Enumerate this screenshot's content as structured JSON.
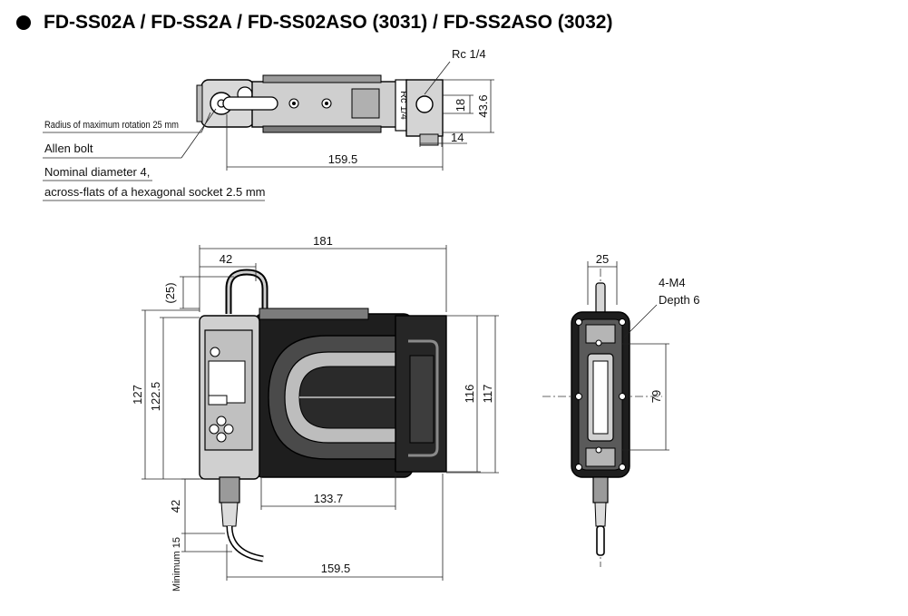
{
  "title": "FD-SS02A / FD-SS2A / FD-SS02ASO (3031) / FD-SS2ASO (3032)",
  "top_view": {
    "port_label": "Rc 1/4",
    "port_marking": "Rc 1/4",
    "dim_height_outer": "43.6",
    "dim_height_port": "18",
    "dim_port_offset": "14",
    "dim_length": "159.5",
    "note_rotation": "Radius of maximum rotation 25 mm",
    "note_bolt": "Allen bolt",
    "note_diameter": "Nominal diameter 4,",
    "note_socket": "across-flats of a hexagonal socket 2.5 mm"
  },
  "front_view": {
    "dim_width_total": "181",
    "dim_handle_width": "42",
    "dim_handle_height": "(25)",
    "dim_height_127": "127",
    "dim_height_122": "122.5",
    "dim_height_116": "116",
    "dim_height_117": "117",
    "dim_body_length": "133.7",
    "dim_cable_42": "42",
    "dim_min_15": "Minimum 15",
    "dim_bottom_length": "159.5"
  },
  "side_view": {
    "dim_width": "25",
    "dim_holes": "4-M4",
    "dim_depth": "Depth 6",
    "dim_pitch": "79"
  },
  "colors": {
    "body_dark": "#1e1e1e",
    "body_mid": "#5a5a5a",
    "body_light": "#b5b5b5",
    "line": "#000000"
  }
}
